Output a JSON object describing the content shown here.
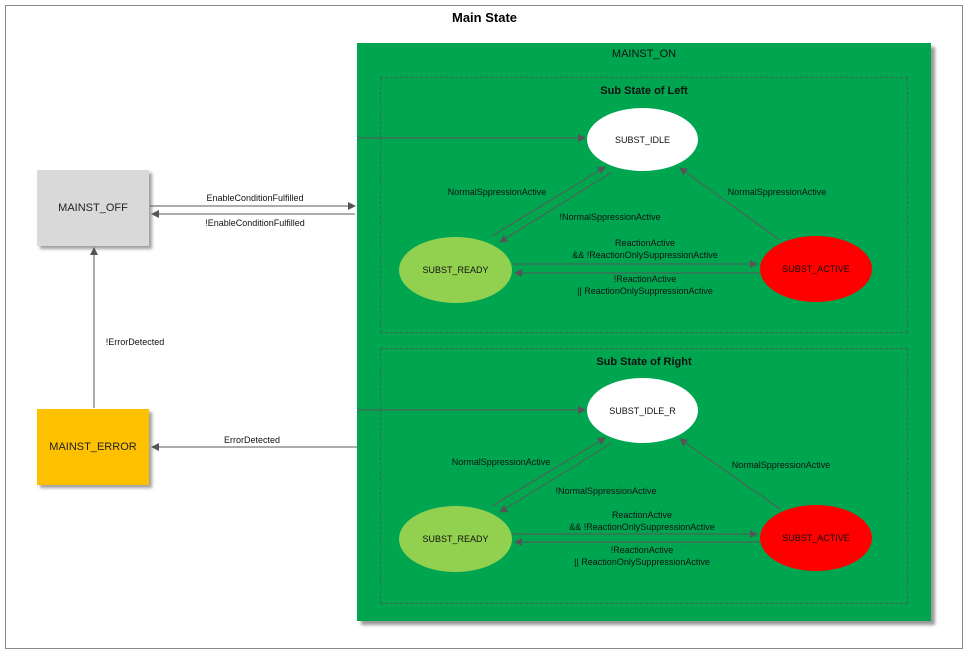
{
  "title": "Main State",
  "main_on": {
    "label": "MAINST_ON"
  },
  "states": {
    "off": "MAINST_OFF",
    "error": "MAINST_ERROR"
  },
  "left": {
    "title": "Sub State of Left",
    "idle": "SUBST_IDLE",
    "ready": "SUBST_READY",
    "active": "SUBST_ACTIVE",
    "ready_to_idle": "NormalSppressionActive",
    "idle_to_ready": "!NormalSppressionActive",
    "active_to_idle": "NormalSppressionActive",
    "ready_to_active_1": "ReactionActive",
    "ready_to_active_2": "&& !ReactionOnlySuppressionActive",
    "active_to_ready_1": "!ReactionActive",
    "active_to_ready_2": "|| ReactionOnlySuppressionActive"
  },
  "right": {
    "title": "Sub State of Right",
    "idle": "SUBST_IDLE_R",
    "ready": "SUBST_READY",
    "active": "SUBST_ACTIVE",
    "ready_to_idle": "NormalSppressionActive",
    "idle_to_ready": "!NormalSppressionActive",
    "active_to_idle": "NormalSppressionActive",
    "ready_to_active_1": "ReactionActive",
    "ready_to_active_2": "&& !ReactionOnlySuppressionActive",
    "active_to_ready_1": "!ReactionActive",
    "active_to_ready_2": "|| ReactionOnlySuppressionActive"
  },
  "transitions": {
    "off_to_on": "EnableConditionFulfilled",
    "on_to_off": "!EnableConditionFulfilled",
    "error_to_off": "!ErrorDetected",
    "on_to_error": "ErrorDetected"
  },
  "colors": {
    "main_on": "#00a550",
    "off": "#d9d9d9",
    "error": "#ffc000",
    "ready": "#92d050",
    "active": "#ff0000",
    "idle": "#ffffff"
  }
}
